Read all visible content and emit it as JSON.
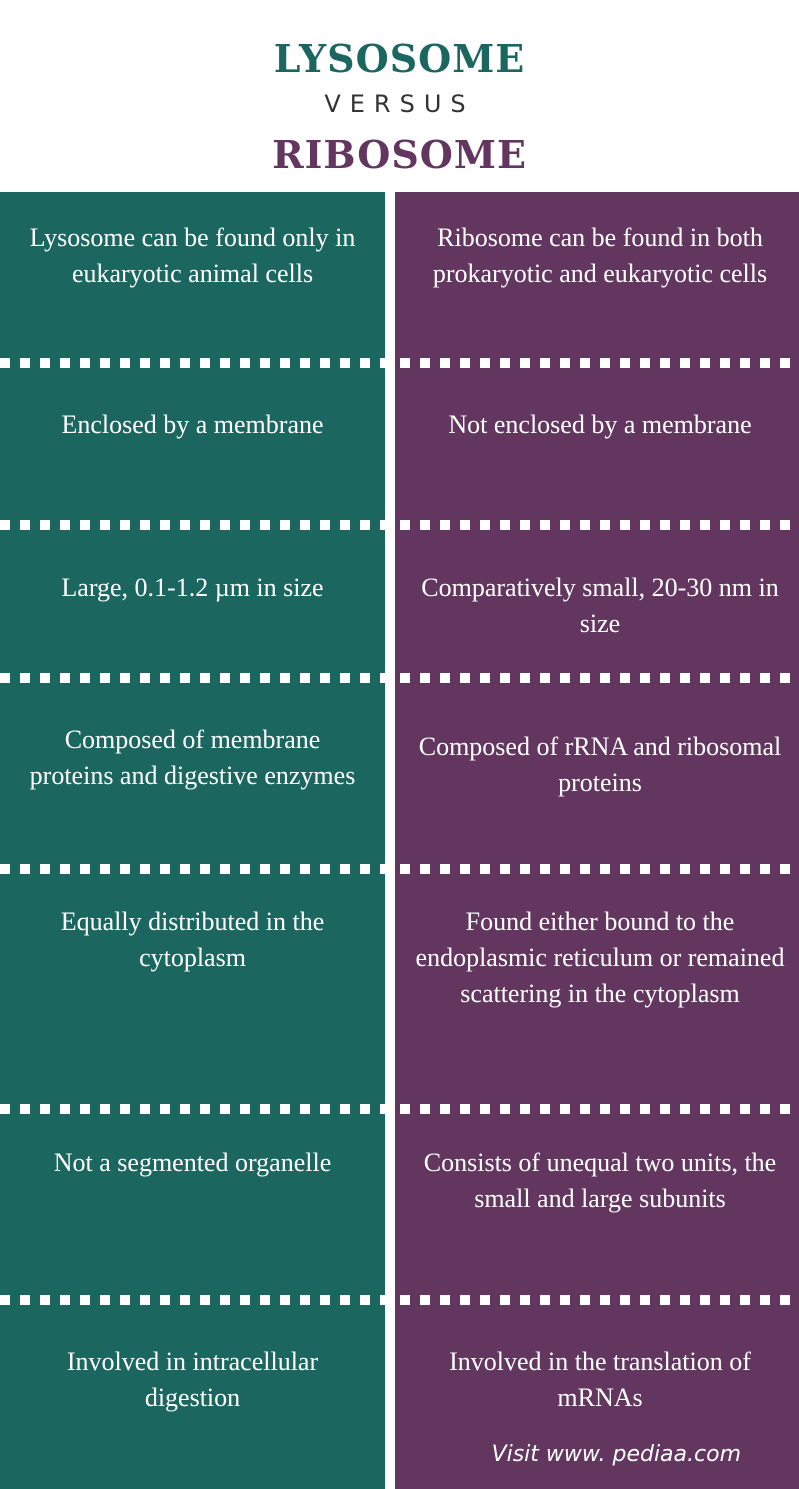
{
  "header": {
    "title_left": "LYSOSOME",
    "versus": "VERSUS",
    "title_right": "RIBOSOME"
  },
  "colors": {
    "left_accent": "#1c6660",
    "right_accent": "#633660"
  },
  "rows": [
    {
      "left": "Lysosome can be found only in eukaryotic animal cells",
      "right": "Ribosome can be found in both prokaryotic and eukaryotic cells"
    },
    {
      "left": "Enclosed by a membrane",
      "right": "Not enclosed by a membrane"
    },
    {
      "left": "Large, 0.1-1.2 µm in size",
      "right": "Comparatively small, 20-30 nm in size"
    },
    {
      "left": "Composed of membrane proteins and digestive enzymes",
      "right": "Composed of rRNA and ribosomal proteins"
    },
    {
      "left": "Equally distributed in the cytoplasm",
      "right": "Found either bound to the endoplasmic reticulum or remained scattering in the cytoplasm"
    },
    {
      "left": "Not a segmented organelle",
      "right": "Consists of unequal two units, the small and large subunits"
    },
    {
      "left": "Involved in intracellular digestion",
      "right": "Involved in the translation of mRNAs"
    }
  ],
  "footer": {
    "credit": "Visit www. pediaa.com"
  }
}
